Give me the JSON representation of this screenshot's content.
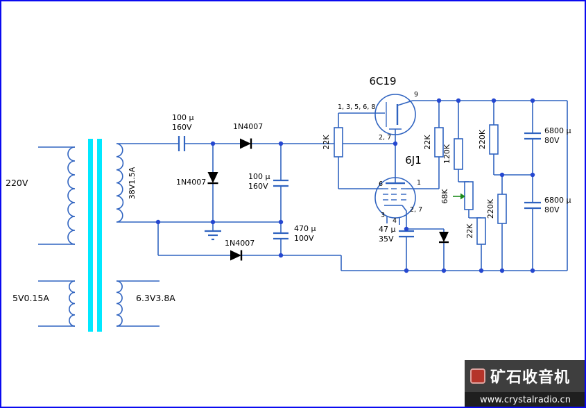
{
  "colors": {
    "wire": "#2f63c0",
    "junction": "#2547d0",
    "core": "#00e8ff",
    "diode": "#000000",
    "wiper_arrow": "#1b8a1b",
    "border": "#0a0af0"
  },
  "transformer": {
    "primary": "220V",
    "secondary_main": "38V1.5A",
    "secondary_aux1": "5V0.15A",
    "secondary_heater": "6.3V3.8A"
  },
  "rectifier": {
    "d1": "1N4007",
    "d2": "1N4007",
    "d3": "1N4007"
  },
  "capacitors": {
    "c1": {
      "value": "100 μ",
      "voltage": "160V"
    },
    "c2": {
      "value": "100 μ",
      "voltage": "160V"
    },
    "c3": {
      "value": "470 μ",
      "voltage": "100V"
    },
    "c4": {
      "value": "47 μ",
      "voltage": "35V"
    },
    "c5": {
      "value": "6800 μ",
      "voltage": "80V"
    },
    "c6": {
      "value": "6800 μ",
      "voltage": "80V"
    }
  },
  "resistors": {
    "r1": "22K",
    "r2": "22K",
    "r3": "120K",
    "r4": "68K",
    "r5": "22K",
    "r6": "220K",
    "r7": "220K"
  },
  "tubes": {
    "v1": {
      "name": "6C19",
      "grid_pins": "1, 3, 5, 6, 8",
      "cathode_pins": "2, 7",
      "plate_pin": "9"
    },
    "v2": {
      "name": "6J1",
      "pin_left": "6",
      "pin_right": "1",
      "cathode_pins": "2, 7",
      "heater_pin_a": "3",
      "heater_pin_b": "4"
    }
  },
  "watermark": {
    "brand": "矿石收音机",
    "url": "www.crystalradio.cn"
  }
}
